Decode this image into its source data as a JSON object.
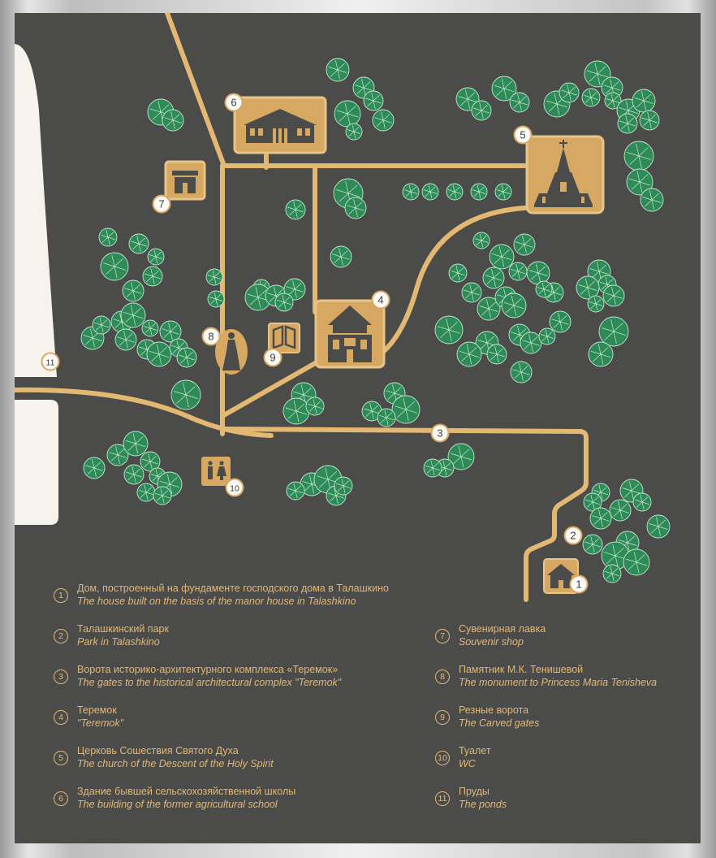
{
  "colors": {
    "background": "#4b4b49",
    "road": "#e3b872",
    "tree": "#2e8a57",
    "pond": "#f5f3ec",
    "legend_text": "#e3b872"
  },
  "icons": {
    "1": "house-icon",
    "4": "teremok-icon",
    "5": "church-icon",
    "6": "school-building-icon",
    "7": "shop-icon",
    "8": "monument-icon",
    "9": "carved-gates-icon",
    "10": "wc-icon"
  },
  "markers": [
    {
      "id": "1",
      "label": "1"
    },
    {
      "id": "2",
      "label": "2"
    },
    {
      "id": "3",
      "label": "3"
    },
    {
      "id": "4",
      "label": "4"
    },
    {
      "id": "5",
      "label": "5"
    },
    {
      "id": "6",
      "label": "6"
    },
    {
      "id": "7",
      "label": "7"
    },
    {
      "id": "8",
      "label": "8"
    },
    {
      "id": "9",
      "label": "9"
    },
    {
      "id": "10",
      "label": "10"
    },
    {
      "id": "11",
      "label": "11"
    }
  ],
  "legend": [
    {
      "num": "1",
      "ru": "Дом, построенный на фундаменте господского дома в Талашкино",
      "en": "The house built on the basis of the manor house in Talashkino"
    },
    {
      "num": "2",
      "ru": "Талашкинский парк",
      "en": "Park in Talashkino"
    },
    {
      "num": "3",
      "ru": "Ворота историко-архитектурного комплекса «Теремок»",
      "en": "The gates to the historical architectural complex \"Teremok\""
    },
    {
      "num": "4",
      "ru": "Теремок",
      "en": "\"Teremok\""
    },
    {
      "num": "5",
      "ru": "Церковь Сошествия Святого Духа",
      "en": "The church of the Descent of the Holy Spirit"
    },
    {
      "num": "6",
      "ru": "Здание бывшей сельскохозяйственной школы",
      "en": "The building of the former agricultural school"
    },
    {
      "num": "7",
      "ru": "Сувенирная лавка",
      "en": "Souvenir shop"
    },
    {
      "num": "8",
      "ru": "Памятник М.К. Тенишевой",
      "en": "The monument to Princess Maria Tenisheva"
    },
    {
      "num": "9",
      "ru": "Резные ворота",
      "en": "The Carved gates"
    },
    {
      "num": "10",
      "ru": "Туалет",
      "en": "WC"
    },
    {
      "num": "11",
      "ru": "Пруды",
      "en": "The ponds"
    }
  ]
}
